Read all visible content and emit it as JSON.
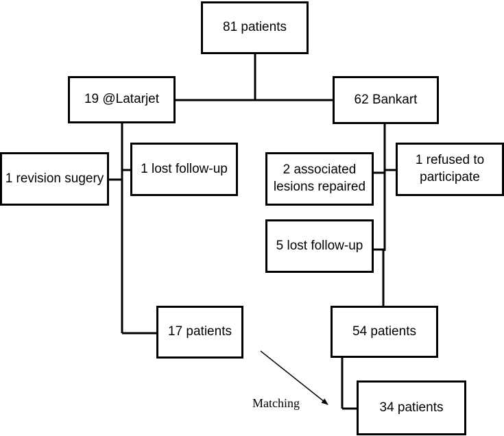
{
  "nodes": {
    "total": "81 patients",
    "latarjet": "19 @Latarjet",
    "bankart": "62 Bankart",
    "revision": "1 revision sugery",
    "latarjet_lost": "1 lost follow-up",
    "associated": "2 associated\nlesions repaired",
    "refused": "1 refused to\nparticipate",
    "bankart_lost": "5 lost follow-up",
    "latarjet_final": "17 patients",
    "bankart_final": "54 patients",
    "matched": "34 patients"
  },
  "labels": {
    "matching": "Matching"
  },
  "colors": {
    "stroke": "#000000",
    "background": "#ffffff"
  }
}
